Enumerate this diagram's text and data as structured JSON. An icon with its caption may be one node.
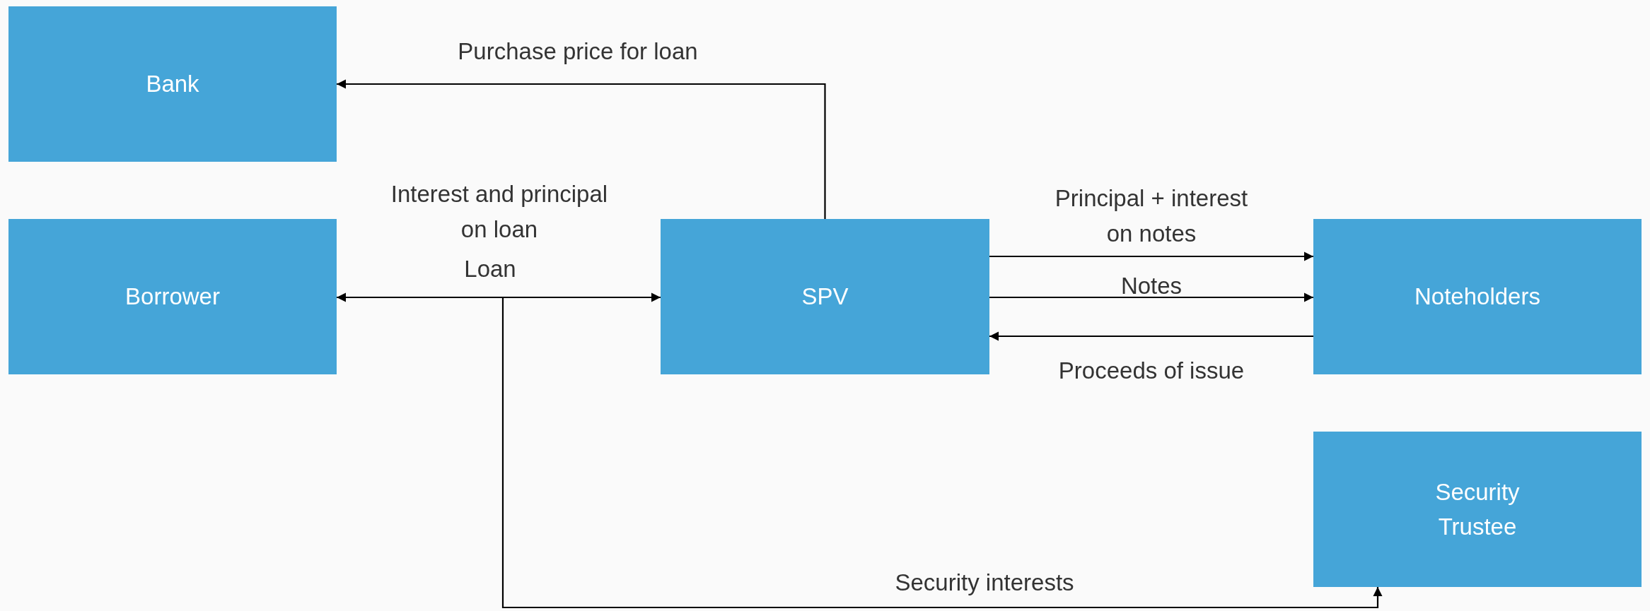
{
  "diagram": {
    "nodes": [
      {
        "text": [
          "Bank"
        ]
      },
      {
        "text": [
          "Borrower"
        ]
      },
      {
        "text": [
          "SPV"
        ]
      },
      {
        "text": [
          "Noteholders"
        ]
      },
      {
        "text": [
          "Security Trustee"
        ]
      }
    ],
    "edges": [
      {
        "from": 2,
        "to": 0,
        "arrow": "to",
        "label": "Purchase price for loan"
      },
      {
        "from": 1,
        "to": 2,
        "arrow": "both",
        "label": "Interest and principal on loan"
      },
      {
        "from": null,
        "to": 4,
        "arrow": "to",
        "label": "Security interests"
      },
      {
        "from": 2,
        "to": 3,
        "arrow": "to",
        "label": "Principal + interest on notes"
      },
      {
        "from": 2,
        "to": 3,
        "arrow": "to",
        "label": "Notes"
      },
      {
        "from": 3,
        "to": 2,
        "arrow": "to",
        "label": "Proceeds of issue"
      }
    ],
    "labels": [
      "Loan"
    ]
  }
}
